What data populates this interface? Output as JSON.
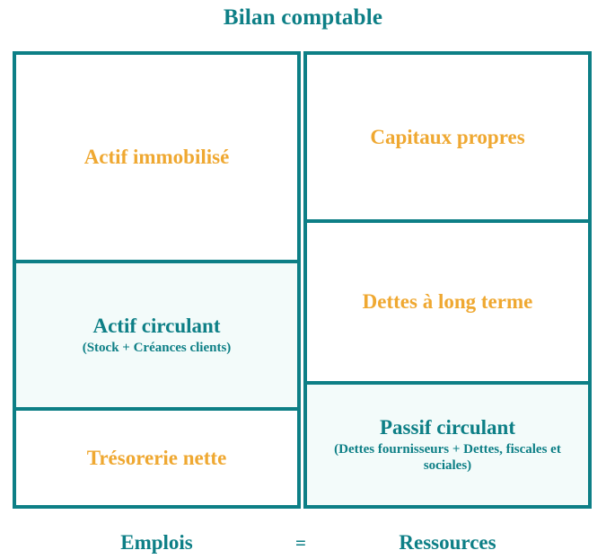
{
  "title": "Bilan comptable",
  "colors": {
    "teal": "#0d7f86",
    "orange": "#efa831",
    "mint_bg": "#f3fbfa",
    "white_bg": "#ffffff"
  },
  "assets_column": {
    "side": "Emplois",
    "boxes": [
      {
        "label": "Actif immobilisé",
        "subtitle": "",
        "label_color": "#efa831",
        "background": "#ffffff"
      },
      {
        "label": "Actif circulant",
        "subtitle": "(Stock + Créances clients)",
        "label_color": "#0d7f86",
        "background": "#f3fbfa"
      },
      {
        "label": "Trésorerie nette",
        "subtitle": "",
        "label_color": "#efa831",
        "background": "#ffffff"
      }
    ]
  },
  "liabilities_column": {
    "side": "Ressources",
    "boxes": [
      {
        "label": "Capitaux propres",
        "subtitle": "",
        "label_color": "#efa831",
        "background": "#ffffff"
      },
      {
        "label": "Dettes à long terme",
        "subtitle": "",
        "label_color": "#efa831",
        "background": "#ffffff"
      },
      {
        "label": "Passif circulant",
        "subtitle": "(Dettes fournisseurs + Dettes, fiscales et sociales)",
        "label_color": "#0d7f86",
        "background": "#f3fbfa"
      }
    ]
  },
  "footer": {
    "left_label": "Emplois",
    "equals": "=",
    "right_label": "Ressources"
  }
}
